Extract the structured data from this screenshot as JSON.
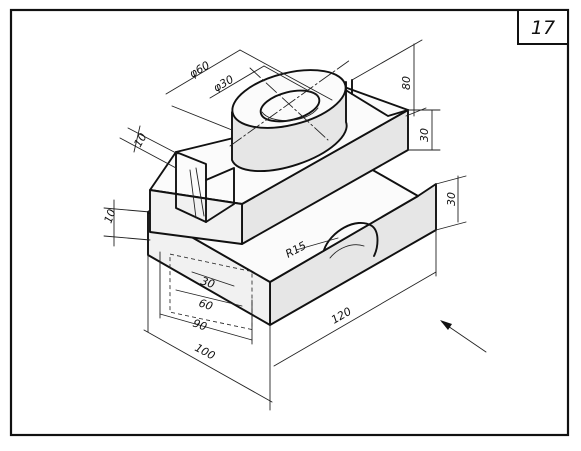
{
  "sheet": {
    "number": "17"
  },
  "dimensions": {
    "d60": "φ60",
    "d30": "φ30",
    "h80": "80",
    "h30_top": "30",
    "h30_right": "30",
    "w10_top": "10",
    "w10_left": "10",
    "r15": "R15",
    "w30_slot": "30",
    "w60_slot": "60",
    "w90": "90",
    "w100": "100",
    "l120": "120"
  },
  "colors": {
    "ink": "#111111",
    "paper": "#ffffff"
  }
}
